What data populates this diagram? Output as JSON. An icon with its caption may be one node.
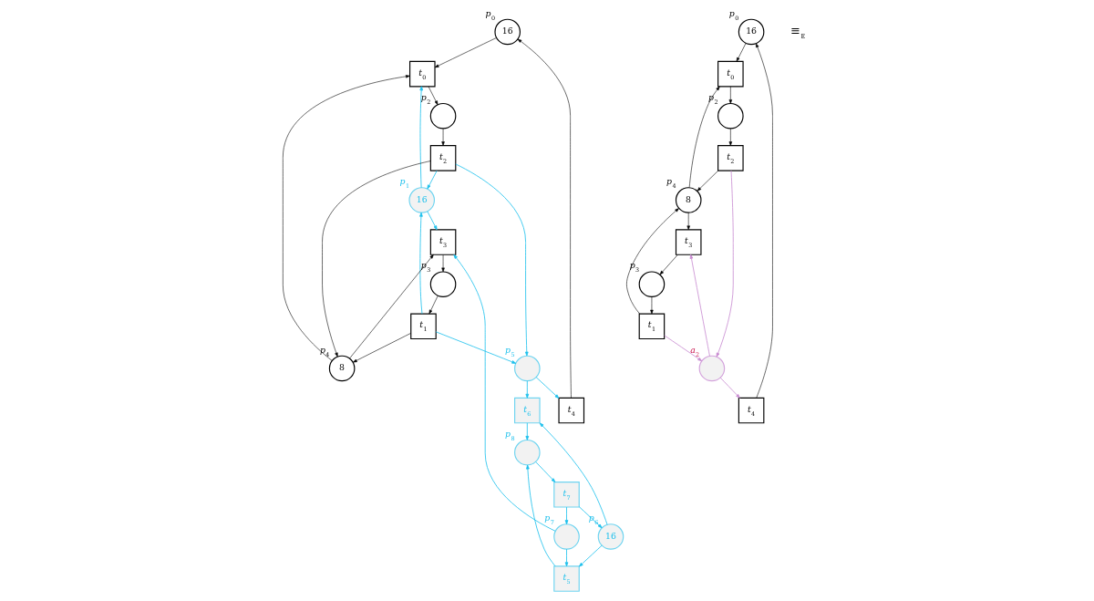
{
  "diagram": {
    "nodes": [
      {
        "text": [
          "16"
        ],
        "beside": [
          "p$_{0}$"
        ]
      },
      {
        "text": [
          "t$_{0}$"
        ]
      },
      {
        "text": [
          "16"
        ],
        "beside": [
          "p$_{1}$"
        ]
      },
      {
        "text": [
          "t$_{1}$"
        ]
      },
      {
        "text": [],
        "shape": "circle",
        "beside": [
          "p$_{2}$"
        ]
      },
      {
        "text": [],
        "shape": "circle",
        "beside": [
          "p$_{3}$"
        ]
      },
      {
        "text": [
          "8"
        ],
        "beside": [
          "p$_{4}$"
        ]
      },
      {
        "text": [
          "t$_{2}$"
        ]
      },
      {
        "text": [
          "t$_{3}$"
        ]
      },
      {
        "text": [
          "t$_{4}$"
        ]
      },
      {
        "text": [],
        "shape": "circle",
        "beside": [
          "p$_{5}$"
        ]
      },
      {
        "text": [
          "16"
        ],
        "beside": [
          "p$_{6}$"
        ]
      },
      {
        "text": [
          "t$_{5}$"
        ]
      },
      {
        "text": [],
        "shape": "circle",
        "beside": [
          "p$_{7}$"
        ]
      },
      {
        "text": [
          "t$_{6}$"
        ]
      },
      {
        "text": [],
        "shape": "circle",
        "beside": [
          "p$_{8}$"
        ]
      },
      {
        "text": [
          "t$_{7}$"
        ]
      },
      {
        "text": [
          "16"
        ],
        "beside": [
          "p$_{0}$"
        ]
      },
      {
        "text": [
          "t$_{0}$"
        ]
      },
      {
        "text": [
          "t$_{1}$"
        ]
      },
      {
        "text": [],
        "shape": "circle",
        "beside": [
          "p$_{2}$"
        ]
      },
      {
        "text": [],
        "shape": "circle",
        "beside": [
          "p$_{3}$"
        ]
      },
      {
        "text": [
          "8"
        ],
        "beside": [
          "p$_{4}$"
        ]
      },
      {
        "text": [
          "t$_{2}$"
        ]
      },
      {
        "text": [
          "t$_{3}$"
        ]
      },
      {
        "text": [
          "t$_{4}$"
        ]
      },
      {
        "text": [],
        "shape": "circle",
        "beside": [
          "a$_{2}$"
        ]
      }
    ],
    "edges": [
      {
        "from": 0,
        "to": 1,
        "arrow": "to"
      },
      {
        "from": 2,
        "to": 1,
        "arrow": "to",
        "color": "#1ec0ec"
      },
      {
        "from": 3,
        "to": 2,
        "arrow": "to",
        "color": "#1ec0ec"
      },
      {
        "from": 1,
        "to": 4,
        "arrow": "to"
      },
      {
        "from": 4,
        "to": 7,
        "arrow": "to"
      },
      {
        "from": 7,
        "to": 2,
        "arrow": "to",
        "color": "#1ec0ec"
      },
      {
        "from": 6,
        "to": 1,
        "arrow": "to"
      },
      {
        "from": 3,
        "to": 6,
        "arrow": "to"
      },
      {
        "from": 2,
        "to": 8,
        "arrow": "to",
        "color": "#1ec0ec"
      },
      {
        "from": 7,
        "to": 6,
        "arrow": "to"
      },
      {
        "from": 6,
        "to": 8,
        "arrow": "to"
      },
      {
        "from": 8,
        "to": 5,
        "arrow": "to"
      },
      {
        "from": 5,
        "to": 3,
        "arrow": "to"
      },
      {
        "from": 3,
        "to": 10,
        "arrow": "to",
        "color": "#1ec0ec"
      },
      {
        "from": 7,
        "to": 10,
        "arrow": "to",
        "color": "#1ec0ec"
      },
      {
        "from": 10,
        "to": 9,
        "arrow": "to",
        "color": "#1ec0ec"
      },
      {
        "from": 9,
        "to": 0,
        "arrow": "to"
      },
      {
        "from": 10,
        "to": 14,
        "arrow": "to",
        "color": "#1ec0ec"
      },
      {
        "from": 11,
        "to": 12,
        "arrow": "to",
        "color": "#1ec0ec"
      },
      {
        "from": 11,
        "to": 14,
        "arrow": "to",
        "color": "#1ec0ec"
      },
      {
        "from": 13,
        "to": 12,
        "arrow": "to",
        "color": "#1ec0ec"
      },
      {
        "from": 12,
        "to": 15,
        "arrow": "to",
        "color": "#1ec0ec"
      },
      {
        "from": 14,
        "to": 15,
        "arrow": "to",
        "color": "#1ec0ec"
      },
      {
        "from": 15,
        "to": 16,
        "arrow": "to",
        "color": "#1ec0ec"
      },
      {
        "from": 16,
        "to": 11,
        "arrow": "to",
        "color": "#1ec0ec"
      },
      {
        "from": 16,
        "to": 13,
        "arrow": "to",
        "color": "#1ec0ec"
      },
      {
        "from": 13,
        "to": 8,
        "arrow": "to",
        "color": "#1ec0ec"
      },
      {
        "from": 17,
        "to": 18,
        "arrow": "to"
      },
      {
        "from": 18,
        "to": 20,
        "arrow": "to"
      },
      {
        "from": 20,
        "to": 23,
        "arrow": "to"
      },
      {
        "from": 23,
        "to": 22,
        "arrow": "to"
      },
      {
        "from": 22,
        "to": 18,
        "arrow": "to"
      },
      {
        "from": 19,
        "to": 22,
        "arrow": "to"
      },
      {
        "from": 22,
        "to": 24,
        "arrow": "to"
      },
      {
        "from": 24,
        "to": 21,
        "arrow": "to"
      },
      {
        "from": 21,
        "to": 19,
        "arrow": "to"
      },
      {
        "from": 25,
        "to": 17,
        "arrow": "to"
      },
      {
        "from": 23,
        "to": 26,
        "arrow": "to",
        "color": "#c88ad0"
      },
      {
        "from": 19,
        "to": 26,
        "arrow": "to",
        "color": "#c88ad0"
      },
      {
        "from": 26,
        "to": 25,
        "arrow": "to",
        "color": "#c88ad0"
      },
      {
        "from": 26,
        "to": 24,
        "arrow": "to",
        "color": "#c88ad0"
      }
    ],
    "labels": [
      "≡$_{E}$"
    ]
  }
}
